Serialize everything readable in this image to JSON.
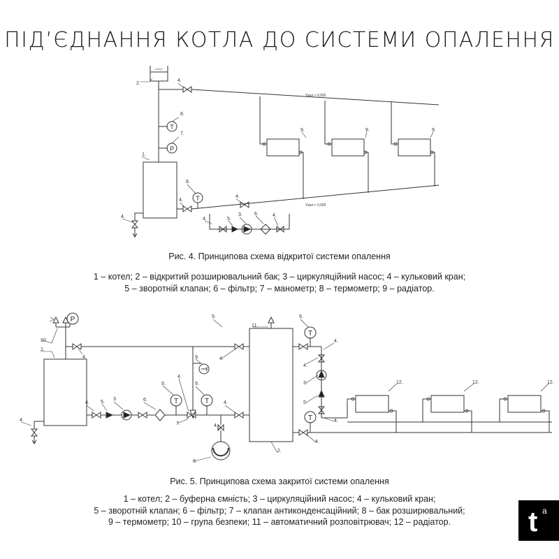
{
  "title": "ПІД’ЄДНАННЯ КОТЛА ДО СИСТЕМИ ОПАЛЕННЯ",
  "fig4": {
    "caption": "Рис. 4. Принципова схема відкритої системи опалення",
    "legend": [
      "1 – котел; 2 – відкритий розширювальний бак; 3 – циркуляційний насос;  4 – кульковий кран;",
      "5 – зворотній клапан; 6 – фільтр; 7 – манометр; 8 – термометр; 9 – радіатор."
    ],
    "slope_label": "Ухил > 0,005"
  },
  "fig5": {
    "caption": "Рис. 5. Принципова схема закритої системи опалення",
    "legend": [
      "1 – котел; 2 – буферна ємність; 3 – циркуляційний насос; 4 – кульковий кран;",
      "5 – зворотній клапан; 6 – фільтр; 7 – клапан антиконденсаційний; 8 – бак розширювальний;",
      "9 – термометр; 10 – група безпеки; 11 – автоматичний розповітрювач; 12 – радіатор."
    ]
  },
  "symbols": {
    "thermometer": "T",
    "manometer": "P"
  },
  "logo": {
    "letter": "t",
    "sup": "a"
  }
}
